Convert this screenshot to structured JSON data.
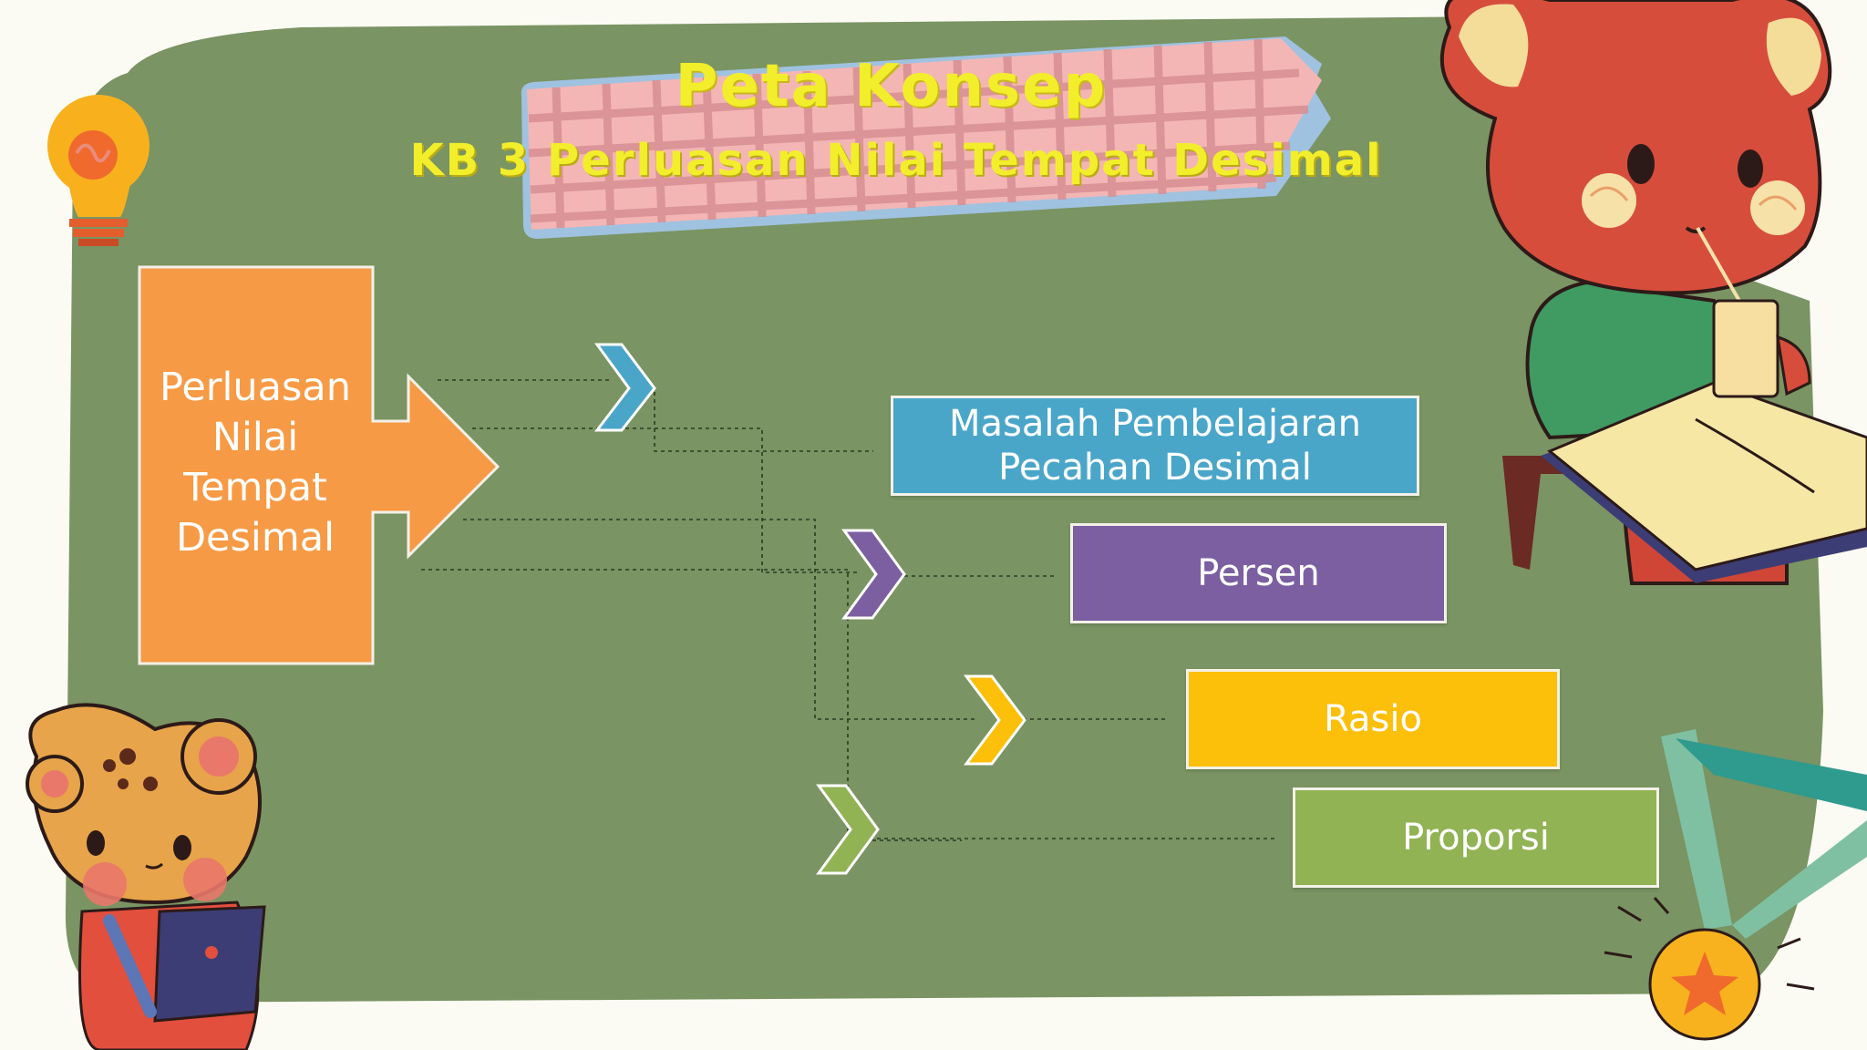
{
  "title": "Peta Konsep",
  "subtitle": "KB 3 Perluasan Nilai Tempat Desimal",
  "main_topic": {
    "lines": [
      "Perluasan",
      "Nilai",
      "Tempat",
      "Desimal"
    ],
    "color": "#f79a45"
  },
  "branches": [
    {
      "label_lines": [
        "Masalah Pembelajaran",
        "Pecahan Desimal"
      ],
      "color": "#4aa6c9",
      "chevron_color": "#4aa6c9"
    },
    {
      "label_lines": [
        "Persen"
      ],
      "color": "#7b5fa1",
      "chevron_color": "#7b5fa1"
    },
    {
      "label_lines": [
        "Rasio"
      ],
      "color": "#fcbf0a",
      "chevron_color": "#fcbf0a"
    },
    {
      "label_lines": [
        "Proporsi"
      ],
      "color": "#91b354",
      "chevron_color": "#91b354"
    }
  ],
  "colors": {
    "board": "#7a9463",
    "background": "#fbfaf3",
    "title": "#f3ee2b",
    "banner_pink": "#f3b6b5",
    "banner_grid": "#d78f92"
  }
}
